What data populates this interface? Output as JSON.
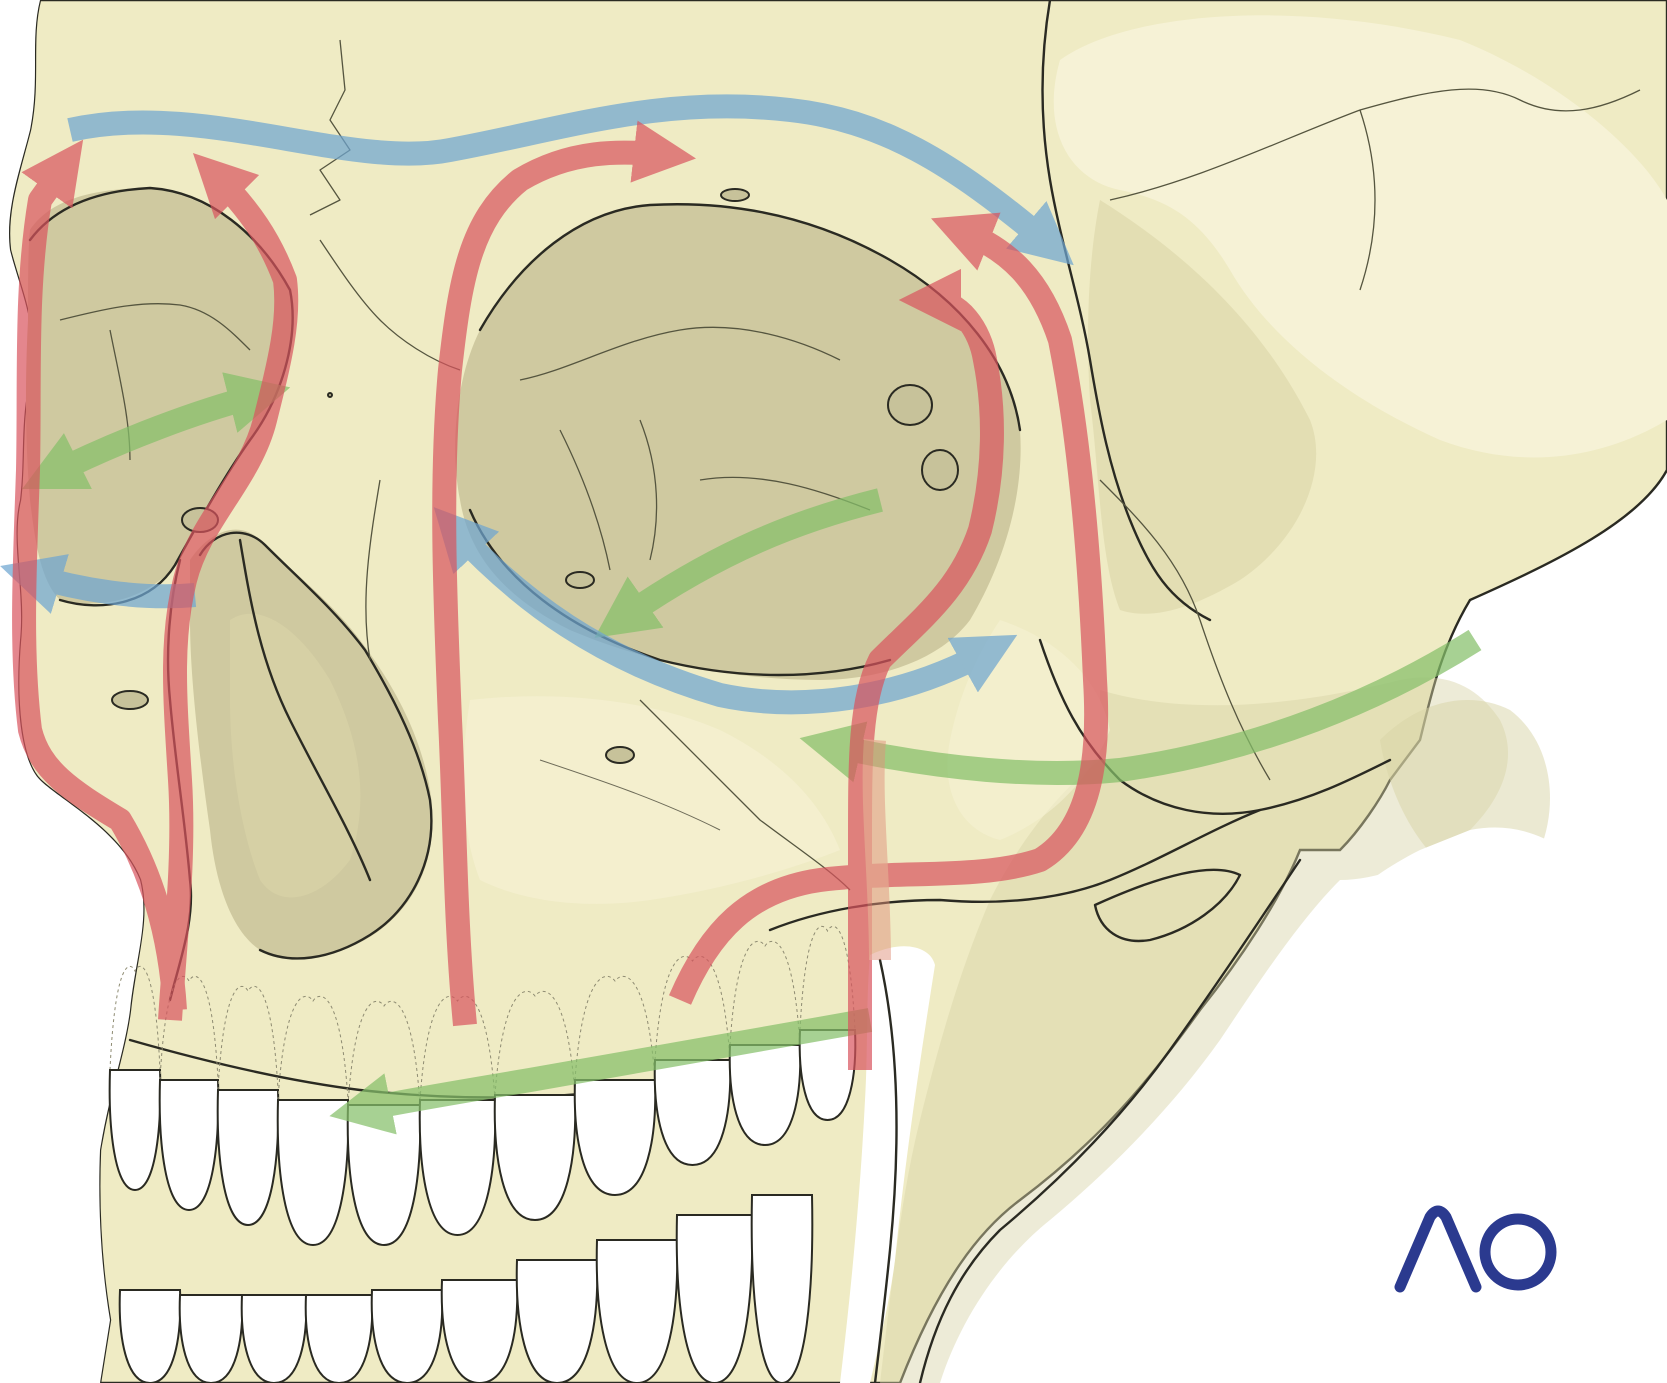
{
  "colors": {
    "background": "#ffffff",
    "bone": "#efebc4",
    "bone_light": "#f6f2d6",
    "bone_shadow": "#d8d3a6",
    "bone_deep": "#c7c29a",
    "cavity": "#cfc9a0",
    "outline": "#2a2a22",
    "buttress_vertical": "#d9545e",
    "buttress_horizontal_blue": "#6fa6d1",
    "buttress_horizontal_green": "#86c06a",
    "logo": "#2b3a8f"
  },
  "buttress_groups": [
    {
      "name": "vertical-buttresses-icon",
      "color_key": "buttress_vertical",
      "count": 6
    },
    {
      "name": "horizontal-upper-buttresses-icon",
      "color_key": "buttress_horizontal_blue",
      "count": 4
    },
    {
      "name": "horizontal-lower-buttresses-icon",
      "color_key": "buttress_horizontal_green",
      "count": 5
    }
  ],
  "logo": {
    "text": "AO"
  }
}
